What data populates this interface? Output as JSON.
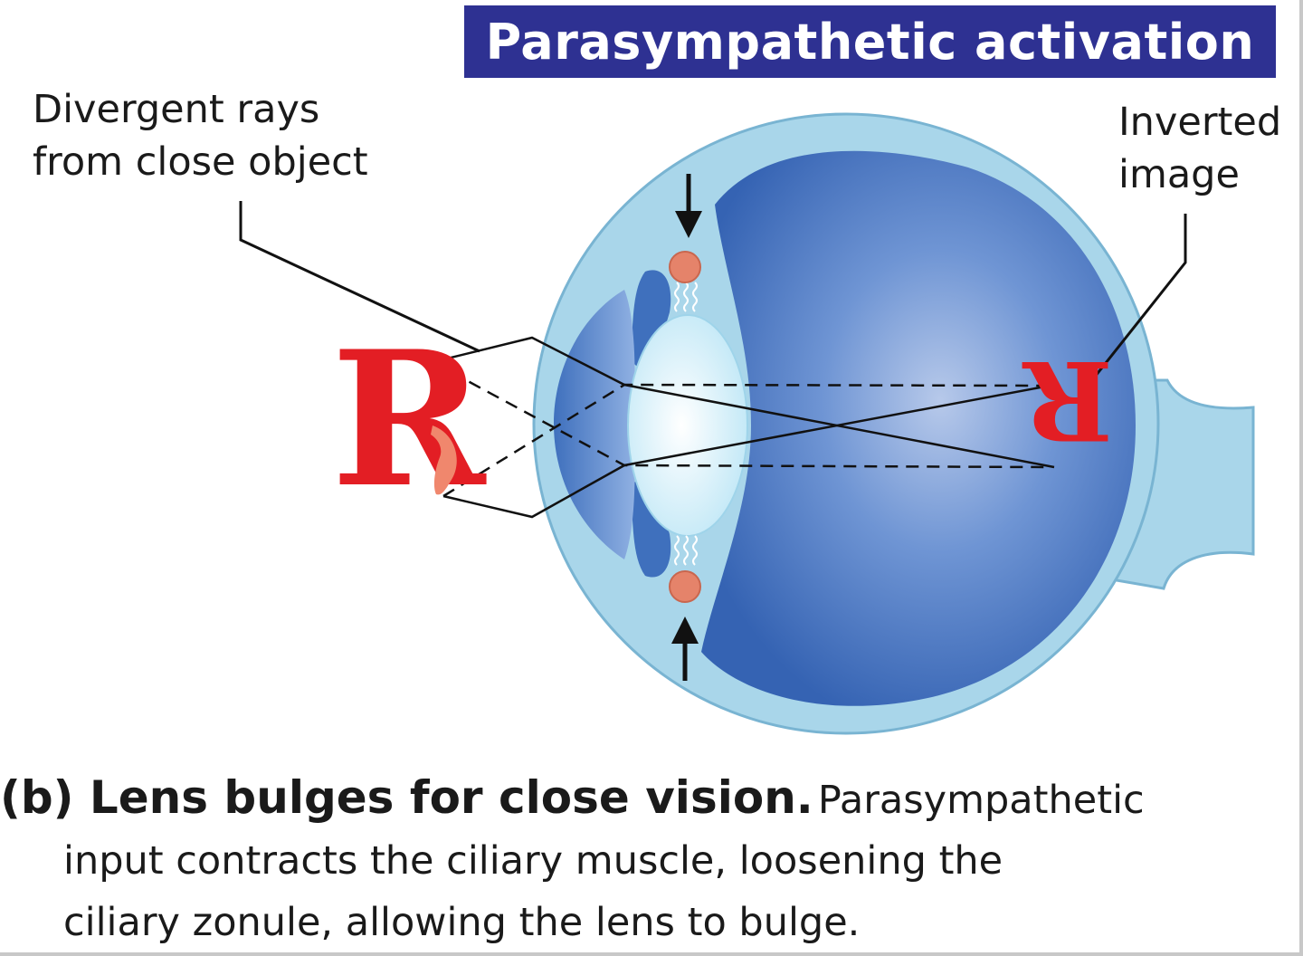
{
  "banner": {
    "text": "Parasympathetic activation"
  },
  "labels": {
    "divergent": [
      "Divergent rays",
      "from close object"
    ],
    "inverted": [
      "Inverted",
      "image"
    ]
  },
  "object_letter": "R",
  "caption": {
    "bold": "(b) Lens bulges for close vision.",
    "line1_rest": "Parasympathetic",
    "line2": "input contracts the ciliary muscle, loosening the",
    "line3": "ciliary zonule, allowing the lens to bulge."
  },
  "colors": {
    "banner": "#2e3192",
    "sclera": "#a9d6ea",
    "vitreous": "#3b6fbd",
    "lens": "#d8f2fa",
    "ciliary_muscle": "#e5836a",
    "letter_red": "#e31e24",
    "letter_salmon": "#f0876d"
  }
}
